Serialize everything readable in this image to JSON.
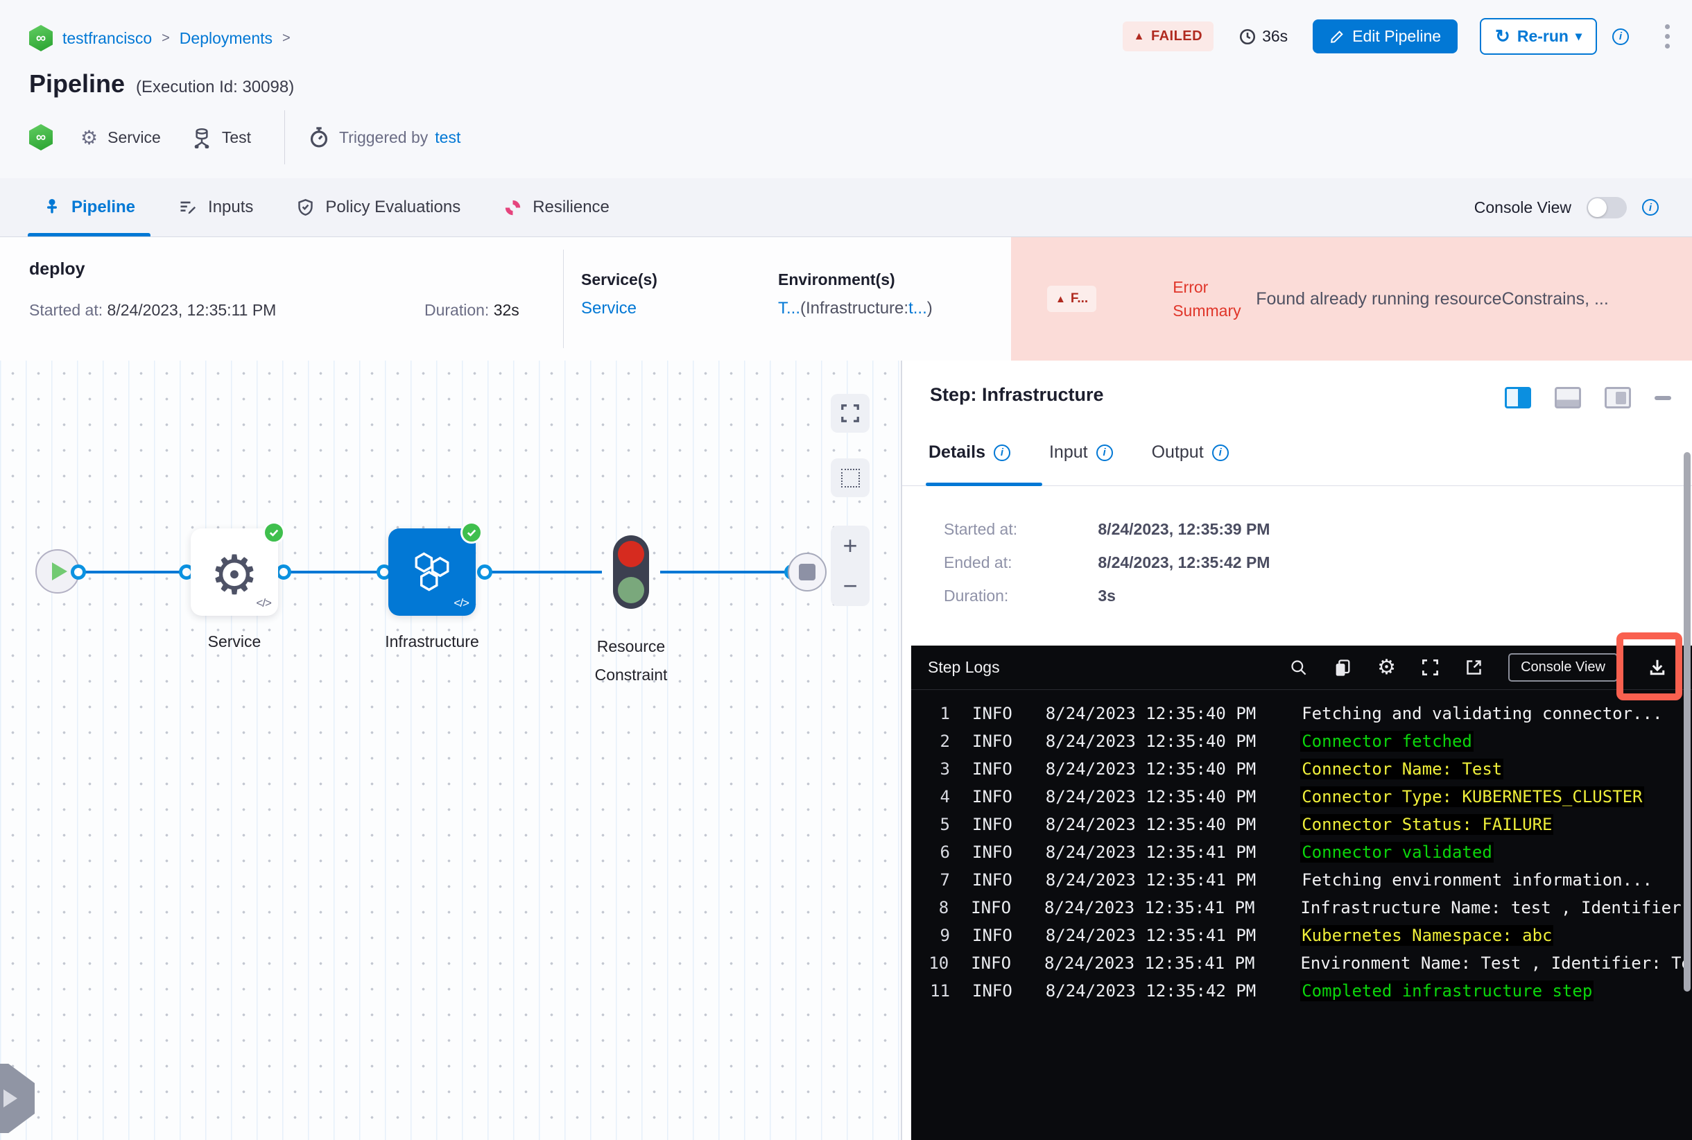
{
  "colors": {
    "accent_blue": "#0278d5",
    "failed_red": "#b02a20",
    "error_bg": "#fbdcd8",
    "success_green": "#3fbf4d",
    "node_blue": "#0278d5",
    "log_bg": "#0a0b0e",
    "log_green": "#0cd60c",
    "log_yellow": "#efef3a",
    "highlight_red": "#f9604f"
  },
  "icons": {
    "infinity": "∞",
    "gear": "⚙",
    "warning_triangle": "▲",
    "refresh": "↻",
    "caret_down": "▾",
    "plus": "+",
    "minus": "−",
    "code": "</>"
  },
  "breadcrumb": {
    "project": "testfrancisco",
    "section": "Deployments",
    "separator": ">"
  },
  "header": {
    "title": "Pipeline",
    "execution_id": "(Execution Id: 30098)",
    "status": "FAILED",
    "total_duration": "36s",
    "edit_button": "Edit Pipeline",
    "rerun_button": "Re-run",
    "service_label": "Service",
    "environment_label": "Test",
    "triggered_by_label": "Triggered by",
    "triggered_by_user": "test"
  },
  "tabs": {
    "items": [
      {
        "label": "Pipeline",
        "active": true
      },
      {
        "label": "Inputs",
        "active": false
      },
      {
        "label": "Policy Evaluations",
        "active": false
      },
      {
        "label": "Resilience",
        "active": false
      }
    ],
    "console_view_label": "Console View"
  },
  "summary": {
    "stage_name": "deploy",
    "started_label": "Started at:",
    "started_value": "8/24/2023, 12:35:11 PM",
    "duration_label": "Duration:",
    "duration_value": "32s",
    "services_label": "Service(s)",
    "service_value": "Service",
    "environments_label": "Environment(s)",
    "env_value_t": "T...",
    "env_value_infra": "(Infrastructure:",
    "env_value_t2": "t...",
    "env_value_close": ")",
    "error_badge": "F...",
    "error_label_line1": "Error",
    "error_label_line2": "Summary",
    "error_message": "Found already running resourceConstrains, ..."
  },
  "canvas": {
    "nodes": [
      {
        "label": "Service"
      },
      {
        "label": "Infrastructure"
      },
      {
        "label": "Resource Constraint"
      }
    ]
  },
  "panel": {
    "title": "Step: Infrastructure",
    "tabs": [
      {
        "label": "Details"
      },
      {
        "label": "Input"
      },
      {
        "label": "Output"
      }
    ],
    "details": {
      "rows": [
        {
          "label": "Started at:",
          "value": "8/24/2023, 12:35:39 PM"
        },
        {
          "label": "Ended at:",
          "value": "8/24/2023, 12:35:42 PM"
        },
        {
          "label": "Duration:",
          "value": "3s"
        }
      ]
    }
  },
  "logs": {
    "title": "Step Logs",
    "console_view_button": "Console View",
    "lines": [
      {
        "n": 1,
        "level": "INFO",
        "ts": "8/24/2023 12:35:40 PM",
        "msg": "Fetching and validating connector...",
        "color": "white"
      },
      {
        "n": 2,
        "level": "INFO",
        "ts": "8/24/2023 12:35:40 PM",
        "msg": "Connector fetched",
        "color": "green"
      },
      {
        "n": 3,
        "level": "INFO",
        "ts": "8/24/2023 12:35:40 PM",
        "msg": "Connector Name: Test",
        "color": "yellow"
      },
      {
        "n": 4,
        "level": "INFO",
        "ts": "8/24/2023 12:35:40 PM",
        "msg": "Connector Type: KUBERNETES_CLUSTER",
        "color": "yellow"
      },
      {
        "n": 5,
        "level": "INFO",
        "ts": "8/24/2023 12:35:40 PM",
        "msg": "Connector Status: FAILURE",
        "color": "yellow"
      },
      {
        "n": 6,
        "level": "INFO",
        "ts": "8/24/2023 12:35:41 PM",
        "msg": "Connector validated",
        "color": "green"
      },
      {
        "n": 7,
        "level": "INFO",
        "ts": "8/24/2023 12:35:41 PM",
        "msg": "Fetching environment information...",
        "color": "white"
      },
      {
        "n": 8,
        "level": "INFO",
        "ts": "8/24/2023 12:35:41 PM",
        "msg": "Infrastructure Name: test , Identifier:",
        "color": "white"
      },
      {
        "n": 9,
        "level": "INFO",
        "ts": "8/24/2023 12:35:41 PM",
        "msg": "Kubernetes Namespace: abc",
        "color": "yellow"
      },
      {
        "n": 10,
        "level": "INFO",
        "ts": "8/24/2023 12:35:41 PM",
        "msg": "Environment Name: Test , Identifier: Te",
        "color": "white"
      },
      {
        "n": 11,
        "level": "INFO",
        "ts": "8/24/2023 12:35:42 PM",
        "msg": "Completed infrastructure step",
        "color": "green"
      }
    ]
  }
}
